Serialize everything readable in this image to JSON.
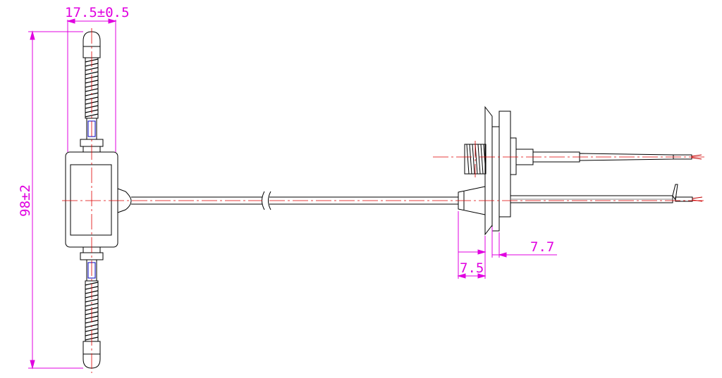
{
  "dimensions": {
    "width_top": "17.5±0.5",
    "height_left": "98±2",
    "gap_left": "7.5",
    "gap_right": "7.7"
  },
  "colors": {
    "outline": "#000000",
    "centerline": "#e00000",
    "dimension": "#e000e0",
    "wire_detail": "#0000c0"
  }
}
